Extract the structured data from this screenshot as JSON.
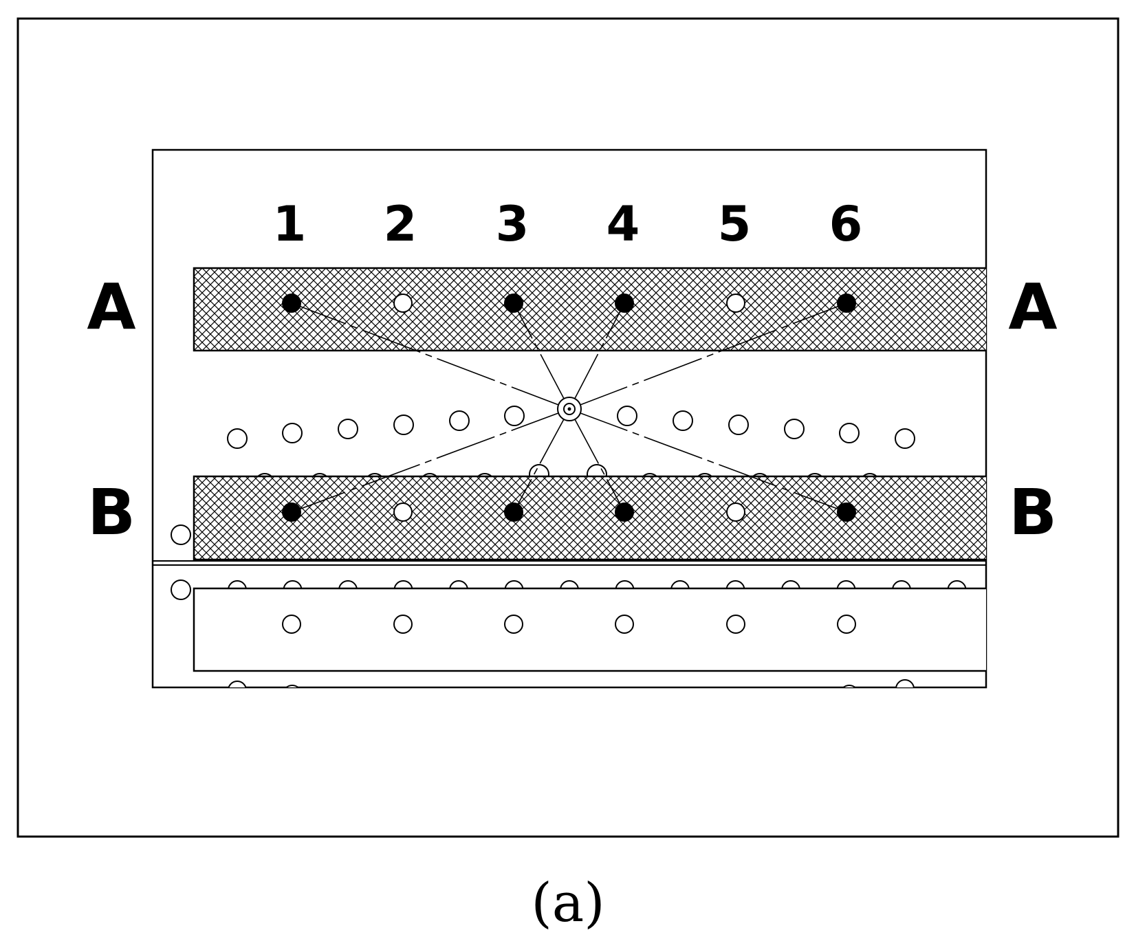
{
  "column_labels": [
    "1",
    "2",
    "3",
    "4",
    "5",
    "6"
  ],
  "row_labels": {
    "top_left": "A",
    "top_right": "A",
    "bottom_left": "B",
    "bottom_right": "B"
  },
  "sensor_states": {
    "row_a": [
      "filled",
      "open",
      "filled",
      "filled",
      "open",
      "filled"
    ],
    "row_b": [
      "filled",
      "open",
      "filled",
      "filled",
      "open",
      "filled"
    ]
  },
  "caption": "(a)"
}
